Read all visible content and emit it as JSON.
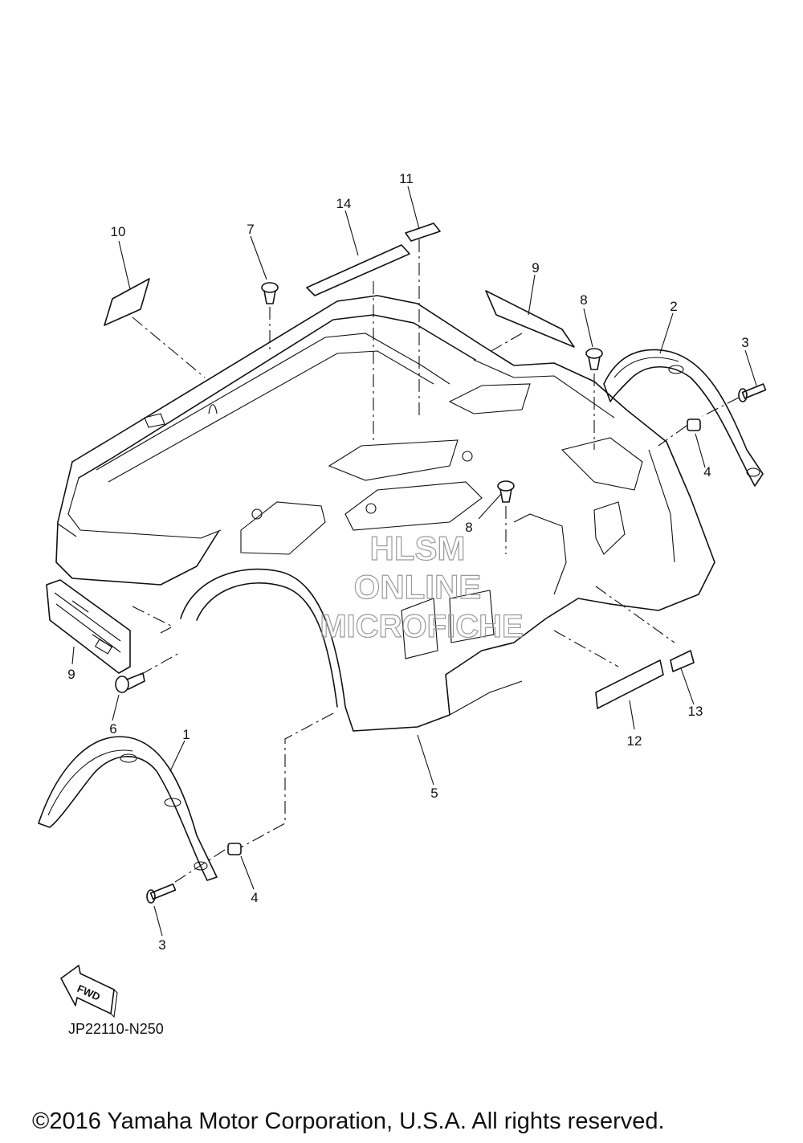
{
  "callouts": {
    "c1": "1",
    "c2": "2",
    "c3a": "3",
    "c3b": "3",
    "c4a": "4",
    "c4b": "4",
    "c5": "5",
    "c6": "6",
    "c7": "7",
    "c8a": "8",
    "c8b": "8",
    "c9a": "9",
    "c9b": "9",
    "c10": "10",
    "c11": "11",
    "c12": "12",
    "c13": "13",
    "c14": "14"
  },
  "watermark": {
    "line1": "HLSM",
    "line2": "ONLINE",
    "line3": "MICROFICHE"
  },
  "fwd_label": "FWD",
  "diagram_code": "JP22110-N250",
  "copyright": "©2016 Yamaha Motor Corporation, U.S.A. All rights reserved."
}
